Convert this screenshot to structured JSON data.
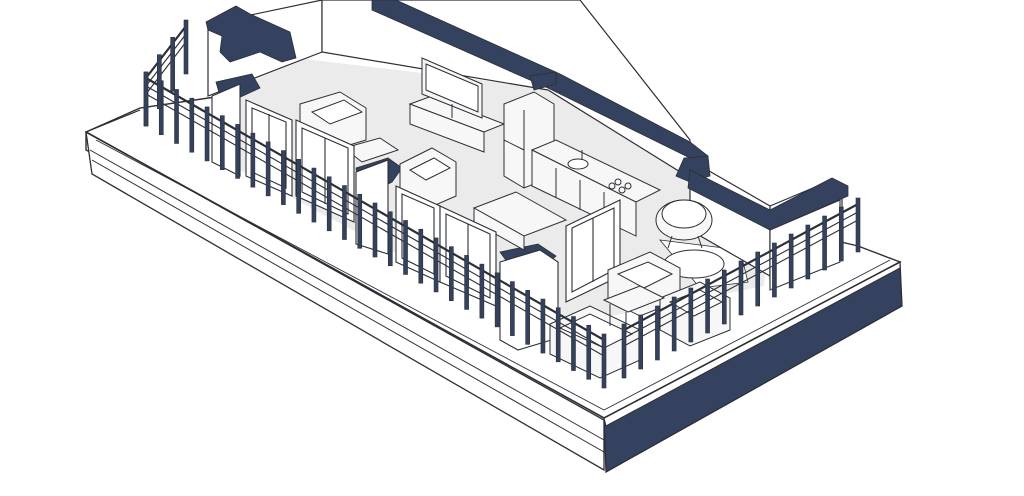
{
  "image": {
    "kind": "isometric apartment floor plan",
    "text": []
  },
  "colors": {
    "background": "#ffffff",
    "wall_cap": "#34425f",
    "line": "#2c2f36",
    "floor_inside": "#ebebeb",
    "terrace_deck": "#ffffff",
    "slab_side_dark": "#34425f",
    "furniture_fill": "#f7f7f7"
  },
  "rooms": [
    {
      "name": "living-area",
      "furniture": [
        "armchair",
        "sofa",
        "coffee-table",
        "tv-unit",
        "television"
      ]
    },
    {
      "name": "kitchen",
      "furniture": [
        "fridge",
        "kitchen-counter",
        "sink",
        "hob",
        "dining-table"
      ]
    },
    {
      "name": "bedroom-nook",
      "furniture": [
        "round-chair",
        "rug"
      ]
    }
  ],
  "terrace": {
    "furniture": [
      "outdoor-armchair-left",
      "outdoor-armchair-right",
      "outdoor-sofa",
      "outdoor-table"
    ],
    "railing": "vertical-baluster-fence"
  },
  "doors": [
    "glass-door-1",
    "glass-door-2",
    "glass-door-3",
    "glass-door-4",
    "glass-door-5"
  ]
}
